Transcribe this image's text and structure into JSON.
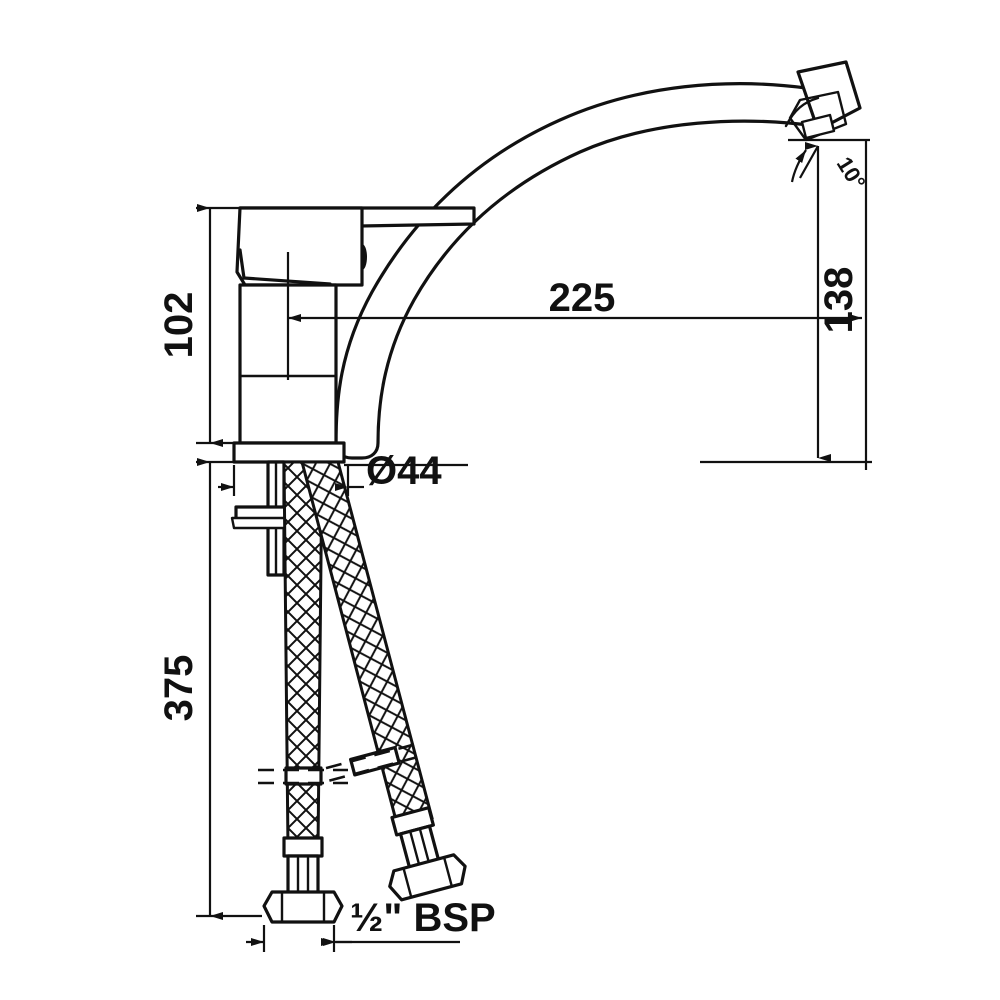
{
  "drawing": {
    "title": "Single lever sink mixer technical dimension drawing",
    "units": "mm",
    "background_color": "#ffffff",
    "line_color": "#111111"
  },
  "dimensions": {
    "body_height": "102",
    "spout_reach": "225",
    "spout_height": "138",
    "base_diameter": "Ø44",
    "hose_length": "375",
    "spout_angle": "10°",
    "thread_size": "½\" BSP"
  },
  "labels": {
    "height_102": "102",
    "reach_225": "225",
    "height_138": "138",
    "diameter_44": "Ø44",
    "hose_375": "375",
    "angle_10": "10°",
    "bsp_half": "½\" BSP"
  },
  "parts": {
    "lever_handle": "lever-handle",
    "body": "mixer-body",
    "spout": "swivel-spout",
    "aerator": "aerator-tip",
    "base_flange": "base-flange",
    "mounting_washer": "mounting-washer",
    "shank": "threaded-shank",
    "hose_left": "braided-hose-left",
    "hose_right": "braided-hose-right",
    "nut_left": "connector-nut-left",
    "nut_right": "connector-nut-right"
  }
}
